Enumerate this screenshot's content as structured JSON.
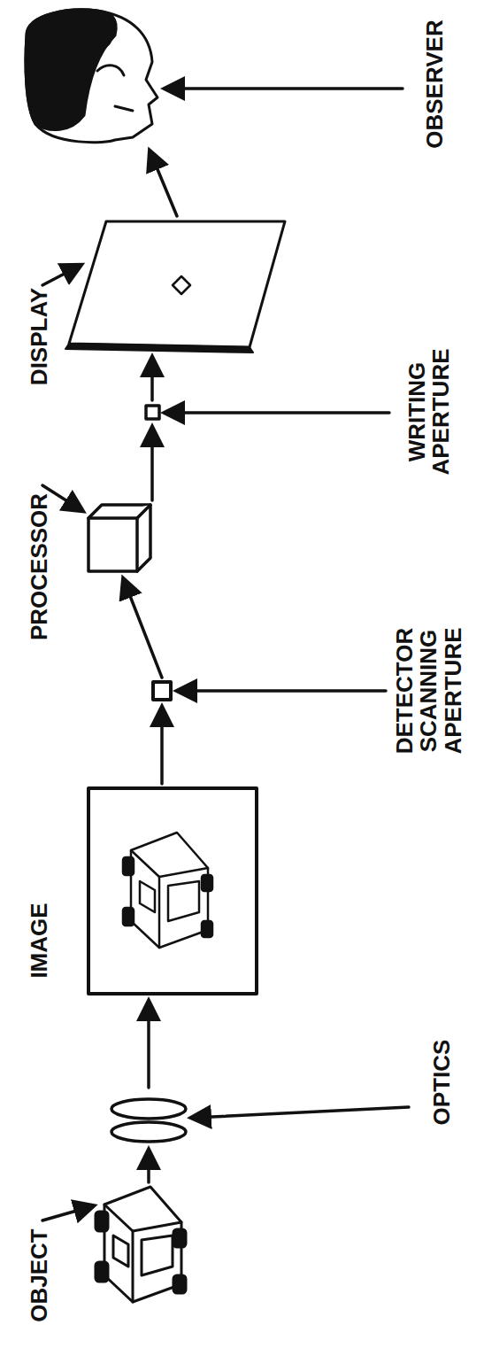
{
  "diagram": {
    "labels": [
      "OBJECT",
      "OPTICS",
      "IMAGE",
      "DETECTOR SCANNING APERTURE",
      "PROCESSOR",
      "WRITING APERTURE",
      "DISPLAY",
      "OBSERVER"
    ]
  }
}
